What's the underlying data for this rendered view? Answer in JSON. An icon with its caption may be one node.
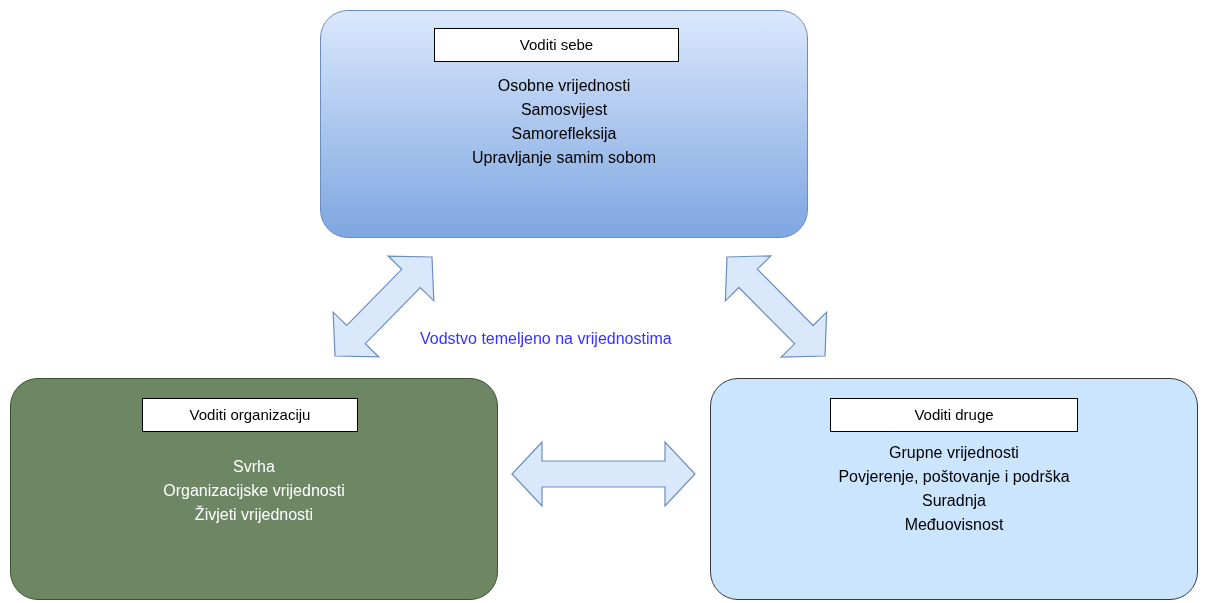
{
  "diagram": {
    "nodes": [
      {
        "text": [
          "Voditi sebe",
          "Osobne vrijednosti",
          "Samosvijest",
          "Samorefleksija",
          "Upravljanje samim sobom"
        ]
      },
      {
        "text": [
          "Voditi organizaciju",
          "Svrha",
          "Organizacijske vrijednosti",
          "Živjeti vrijednosti"
        ]
      },
      {
        "text": [
          "Voditi druge",
          "Grupne vrijednosti",
          "Povjerenje, poštovanje i podrška",
          "Suradnja",
          "Međuovisnost"
        ]
      }
    ],
    "edges": [
      {
        "from": 1,
        "to": 0,
        "arrow": "both"
      },
      {
        "from": 0,
        "to": 2,
        "arrow": "both"
      },
      {
        "from": 1,
        "to": 2,
        "arrow": "both"
      }
    ],
    "labels": [
      "Vodstvo temeljeno na vrijednostima"
    ]
  }
}
